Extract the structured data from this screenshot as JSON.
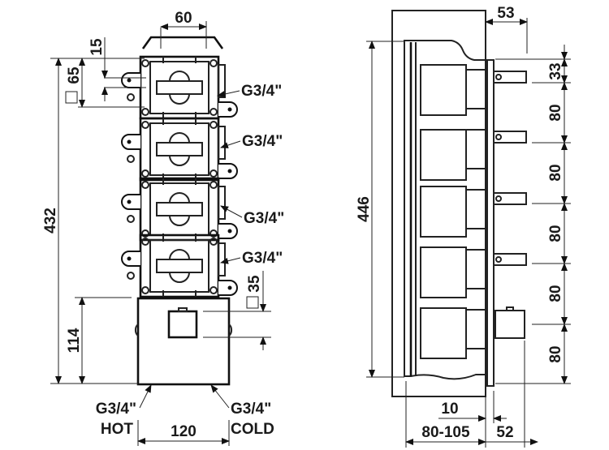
{
  "front_view": {
    "width_top": "60",
    "offset_top": "15",
    "cartridge_square": "65",
    "total_height": "432",
    "mixer_height": "114",
    "mixer_square": "35",
    "mixer_width": "120",
    "outlets": [
      "G3/4\"",
      "G3/4\"",
      "G3/4\"",
      "G3/4\""
    ],
    "inlet_hot": {
      "thread": "G3/4\"",
      "label": "HOT"
    },
    "inlet_cold": {
      "thread": "G3/4\"",
      "label": "COLD"
    },
    "square_symbol": "□"
  },
  "side_view": {
    "protrusion": "53",
    "height": "446",
    "spacings": [
      "33",
      "80",
      "80",
      "80",
      "80",
      "80"
    ],
    "depth_range": "80-105",
    "cover_thickness": "10",
    "handle_depth": "52"
  }
}
